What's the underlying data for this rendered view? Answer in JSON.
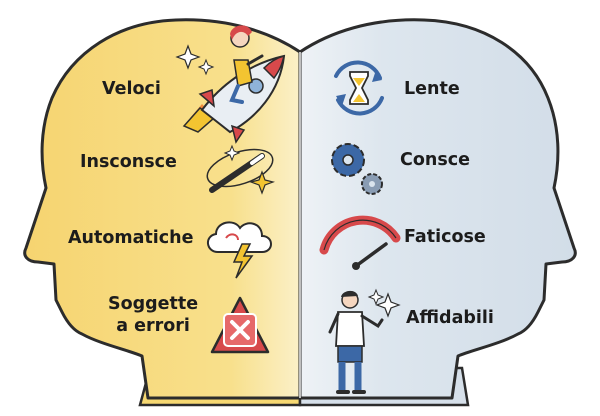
{
  "left_side": {
    "items": [
      {
        "label": "Veloci"
      },
      {
        "label": "Insconsce"
      },
      {
        "label": "Automatiche"
      },
      {
        "label_lines": [
          "Soggette",
          "a errori"
        ]
      }
    ]
  },
  "right_side": {
    "items": [
      {
        "label": "Lente"
      },
      {
        "label": "Consce"
      },
      {
        "label": "Faticose"
      },
      {
        "label": "Affidabili"
      }
    ]
  },
  "colors": {
    "left_head": "#f6d872",
    "right_head": "#dbe5ee",
    "outline": "#2c2c2c",
    "accent_red": "#d7494b",
    "accent_yellow": "#f3c431",
    "accent_blue": "#3c68a6"
  },
  "icons": [
    "rocket-rider-icon",
    "magic-wand-icon",
    "storm-cloud-icon",
    "error-x-icon",
    "hourglass-cycle-icon",
    "gears-icon",
    "gauge-icon",
    "standing-person-icon"
  ]
}
